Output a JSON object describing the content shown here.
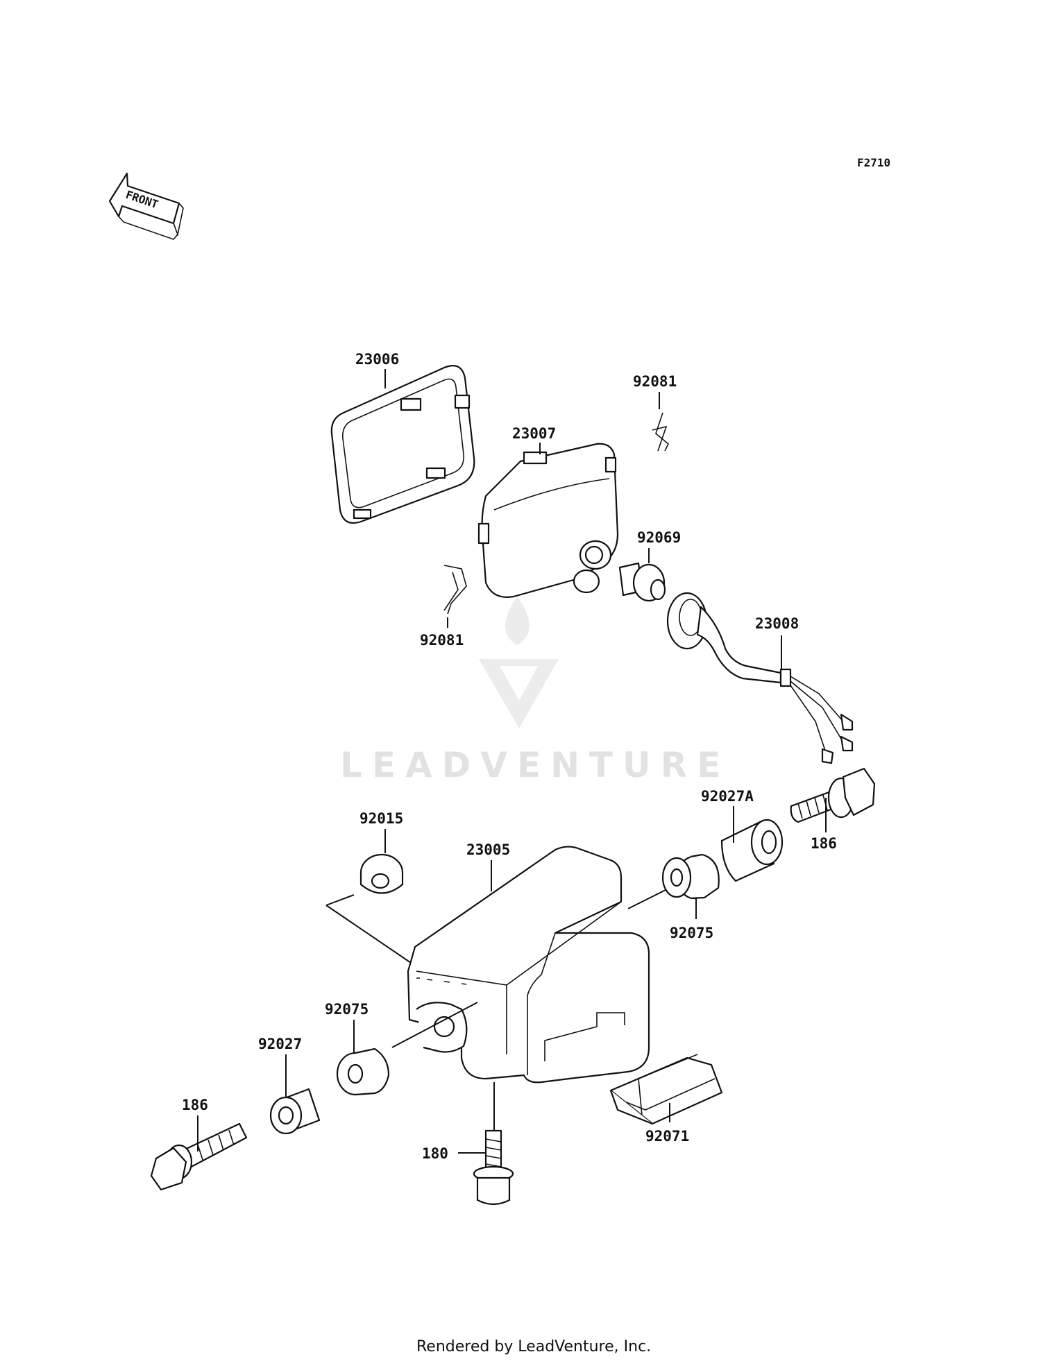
{
  "diagram": {
    "code": "F2710",
    "front_label": "FRONT",
    "watermark": "LEADVENTURE",
    "footer": "Rendered by LeadVenture, Inc.",
    "parts": {
      "p23006": "23006",
      "p23007": "23007",
      "p92081a": "92081",
      "p92081b": "92081",
      "p92069": "92069",
      "p23008": "23008",
      "p92015": "92015",
      "p23005": "23005",
      "p92027A": "92027A",
      "p186a": "186",
      "p92075a": "92075",
      "p92075b": "92075",
      "p92027": "92027",
      "p186b": "186",
      "p180": "180",
      "p92071": "92071"
    }
  }
}
